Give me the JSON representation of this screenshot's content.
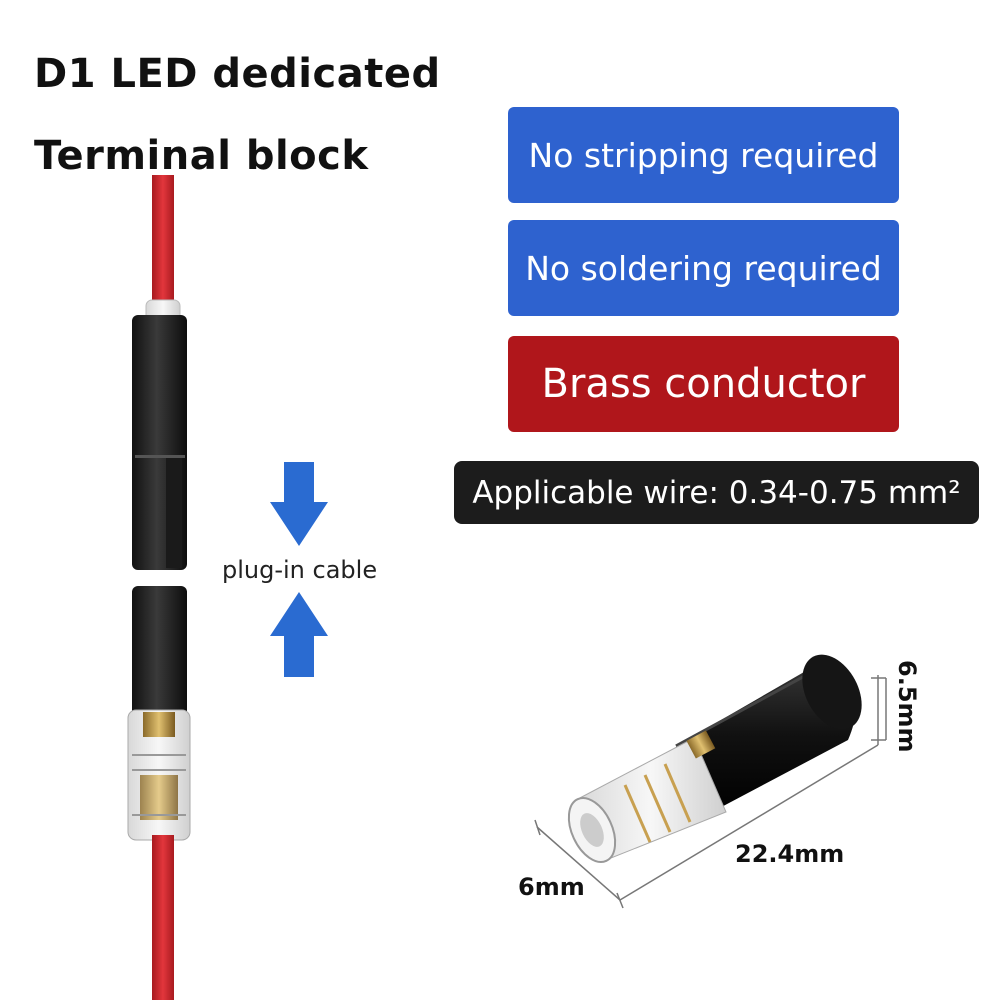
{
  "header": {
    "title_line1": "D1 LED dedicated",
    "title_line2": "Terminal block"
  },
  "features": [
    {
      "label": "No stripping required",
      "color": "#2e62cf"
    },
    {
      "label": "No soldering required",
      "color": "#2e62cf"
    },
    {
      "label": "Brass conductor",
      "color": "#b0161b"
    }
  ],
  "wire_spec": {
    "label": "Applicable wire: 0.34-0.75 mm²",
    "color": "#1c1c1c"
  },
  "plug_in": {
    "label": "plug-in cable",
    "arrow_color": "#2a6bd1"
  },
  "dimensions": {
    "diameter": "6mm",
    "length": "22.4mm",
    "height": "6.5mm"
  },
  "wire_color": "#d2262c"
}
